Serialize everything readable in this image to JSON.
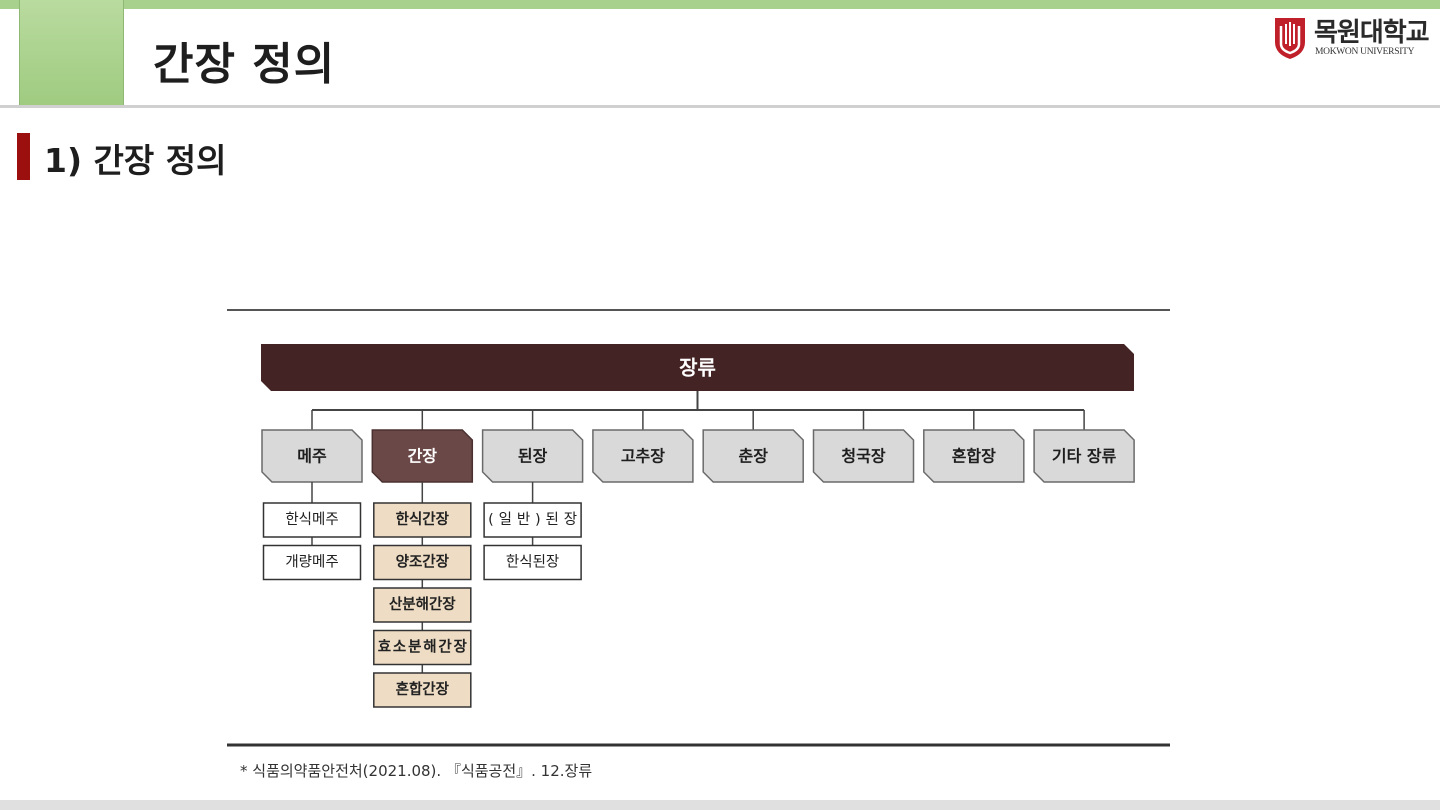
{
  "header": {
    "title": "간장 정의",
    "logo": {
      "name": "목원대학교",
      "sub": "MOKWON UNIVERSITY",
      "accent": "#c0202a"
    }
  },
  "section": {
    "title": "1) 간장 정의"
  },
  "diagram": {
    "root": "장류",
    "categories": [
      {
        "label": "메주",
        "highlight": false,
        "children": [
          "한식메주",
          "개량메주"
        ]
      },
      {
        "label": "간장",
        "highlight": true,
        "children": [
          "한식간장",
          "양조간장",
          "산분해간장",
          "효소분해간장",
          "혼합간장"
        ]
      },
      {
        "label": "된장",
        "highlight": false,
        "children": [
          "(일반)된장",
          "한식된장"
        ]
      },
      {
        "label": "고추장",
        "highlight": false,
        "children": []
      },
      {
        "label": "춘장",
        "highlight": false,
        "children": []
      },
      {
        "label": "청국장",
        "highlight": false,
        "children": []
      },
      {
        "label": "혼합장",
        "highlight": false,
        "children": []
      },
      {
        "label": "기타 장류",
        "highlight": false,
        "children": []
      }
    ],
    "colors": {
      "root": "#432323",
      "highlight": "#6b4848",
      "category": "#d9d9d9",
      "child_highlight": "#eedcc4",
      "line": "#444444"
    }
  },
  "footnote": "* 식품의약품안전처(2021.08). 『식품공전』. 12.장류"
}
